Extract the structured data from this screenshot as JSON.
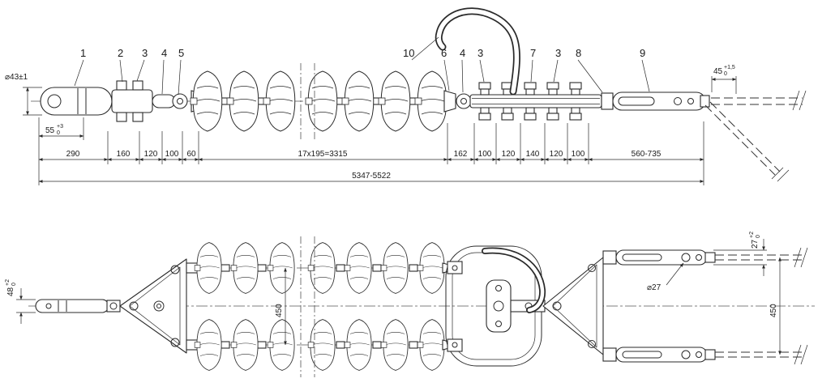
{
  "drawing": {
    "background": "#ffffff",
    "line_color": "#2a2a2a"
  },
  "callouts": {
    "n1": "1",
    "n2": "2",
    "n3a": "3",
    "n4a": "4",
    "n5": "5",
    "n10": "10",
    "n6": "6",
    "n4b": "4",
    "n3b": "3",
    "n7": "7",
    "n3c": "3",
    "n8": "8",
    "n9": "9"
  },
  "dims_top": {
    "dia43": "⌀43±1",
    "d55": {
      "main": "55",
      "sup": "+3",
      "sub": "0"
    },
    "row": [
      "290",
      "160",
      "120",
      "100",
      "60",
      "17x195=3315",
      "162",
      "100",
      "120",
      "140",
      "120",
      "100",
      "560-735"
    ],
    "total": "5347-5522",
    "d45": {
      "main": "45",
      "sup": "+1,5",
      "sub": "0"
    }
  },
  "dims_bottom": {
    "d48": {
      "main": "48",
      "sup": "+2",
      "sub": "0"
    },
    "d450_left": "450",
    "d450_right": "450",
    "dia27": "⌀27",
    "d27": {
      "main": "27",
      "sup": "+2",
      "sub": "0"
    }
  }
}
